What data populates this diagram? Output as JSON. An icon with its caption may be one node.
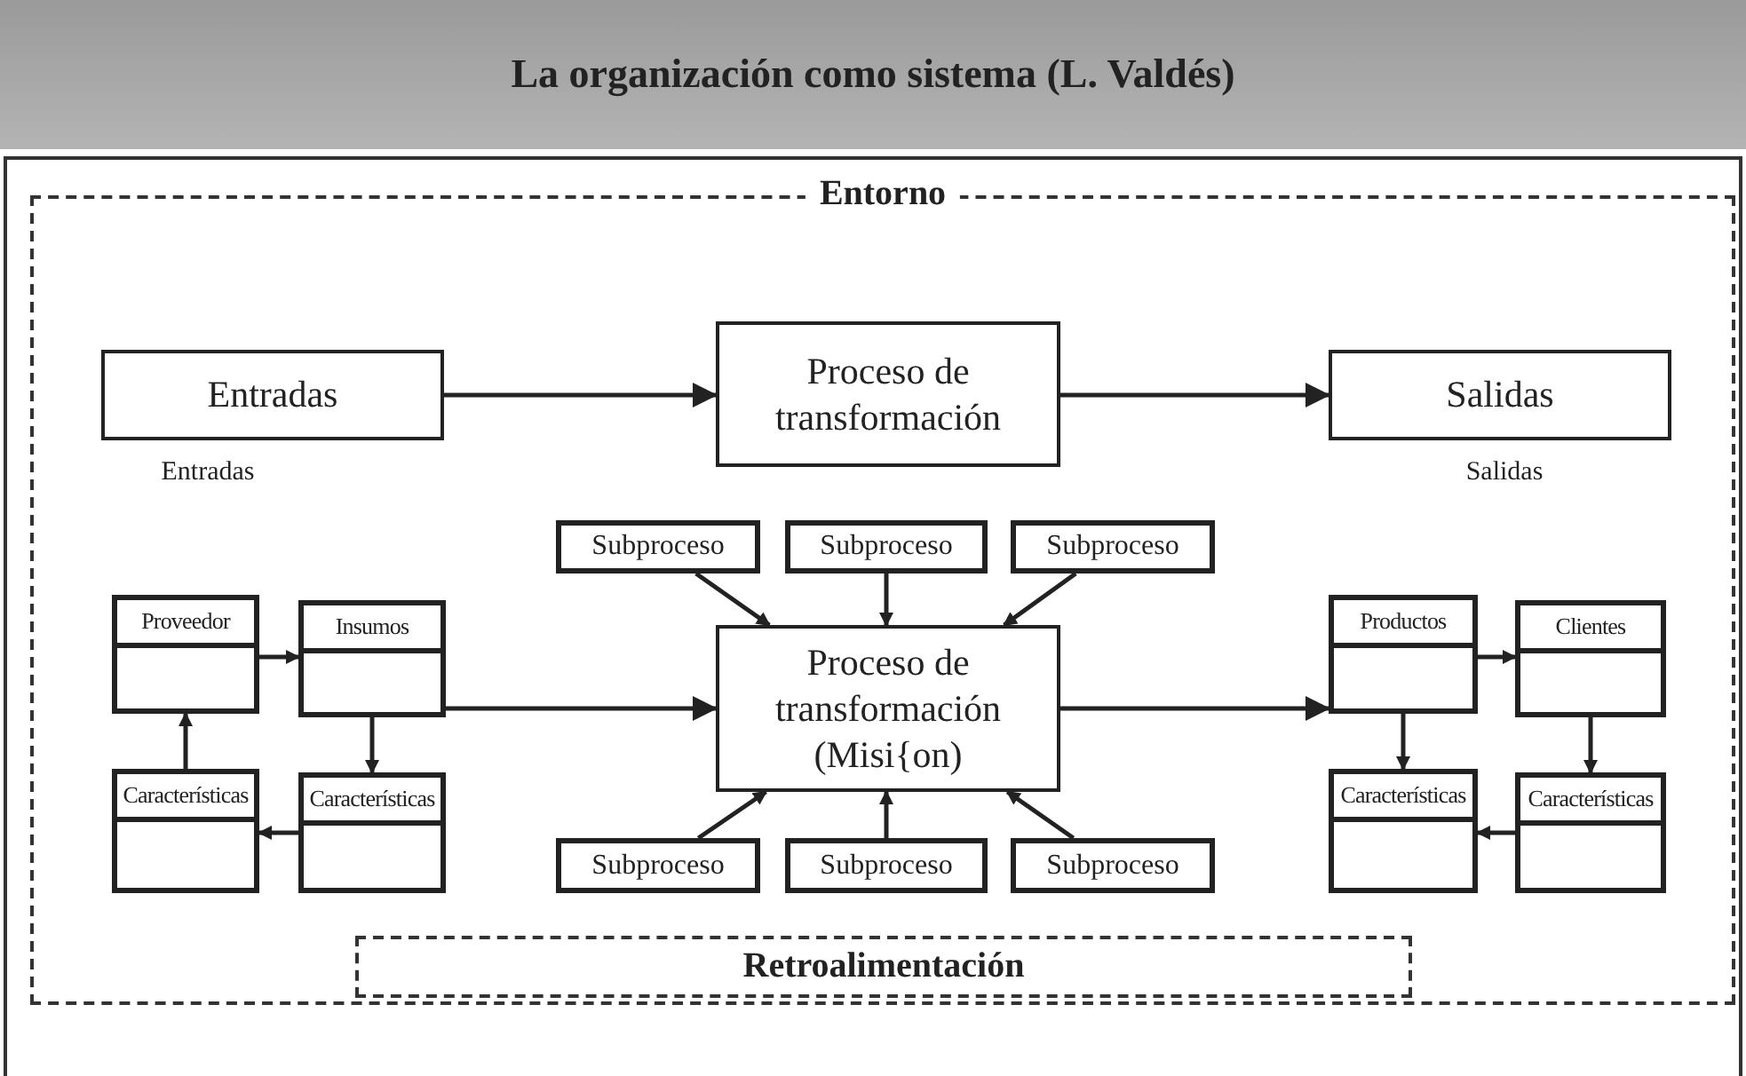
{
  "diagram": {
    "title": "La organización como sistema (L. Valdés)",
    "nodes": [
      {
        "text": [
          "Entorno"
        ]
      },
      {
        "text": [
          "Entradas"
        ],
        "in": 0
      },
      {
        "text": [
          "Proceso de transformación"
        ],
        "in": 0
      },
      {
        "text": [
          "Salidas"
        ],
        "in": 0
      },
      {
        "text": [
          "Subproceso"
        ],
        "in": 0
      },
      {
        "text": [
          "Subproceso"
        ],
        "in": 0
      },
      {
        "text": [
          "Subproceso"
        ],
        "in": 0
      },
      {
        "text": [
          "Proceso de transformación (Misi{on)"
        ],
        "in": 0
      },
      {
        "text": [
          "Subproceso"
        ],
        "in": 0
      },
      {
        "text": [
          "Subproceso"
        ],
        "in": 0
      },
      {
        "text": [
          "Subproceso"
        ],
        "in": 0
      },
      {
        "text": [
          "Proveedor"
        ],
        "in": 0
      },
      {
        "text": [
          "Insumos"
        ],
        "in": 0
      },
      {
        "text": [
          "Características"
        ],
        "in": 0
      },
      {
        "text": [
          "Características"
        ],
        "in": 0
      },
      {
        "text": [
          "Productos"
        ],
        "in": 0
      },
      {
        "text": [
          "Clientes"
        ],
        "in": 0
      },
      {
        "text": [
          "Características"
        ],
        "in": 0
      },
      {
        "text": [
          "Características"
        ],
        "in": 0
      },
      {
        "text": [
          "Retroalimentación"
        ],
        "in": 0
      }
    ],
    "edges": [
      {
        "from": 1,
        "to": 2,
        "arrow": "to"
      },
      {
        "from": 2,
        "to": 3,
        "arrow": "to"
      },
      {
        "from": 4,
        "to": 7,
        "arrow": "to"
      },
      {
        "from": 5,
        "to": 7,
        "arrow": "to"
      },
      {
        "from": 6,
        "to": 7,
        "arrow": "to"
      },
      {
        "from": 8,
        "to": 7,
        "arrow": "to"
      },
      {
        "from": 9,
        "to": 7,
        "arrow": "to"
      },
      {
        "from": 10,
        "to": 7,
        "arrow": "to"
      },
      {
        "from": 11,
        "to": 12,
        "arrow": "to"
      },
      {
        "from": 12,
        "to": 14,
        "arrow": "to"
      },
      {
        "from": 14,
        "to": 13,
        "arrow": "to"
      },
      {
        "from": 13,
        "to": 11,
        "arrow": "to"
      },
      {
        "from": 15,
        "to": 16,
        "arrow": "to"
      },
      {
        "from": 15,
        "to": 17,
        "arrow": "to"
      },
      {
        "from": 16,
        "to": 18,
        "arrow": "to"
      },
      {
        "from": 18,
        "to": 17,
        "arrow": "to"
      },
      {
        "from": 12,
        "to": 7,
        "arrow": "to"
      },
      {
        "from": 7,
        "to": 15,
        "arrow": "to"
      }
    ],
    "labels": [
      "Entradas",
      "Salidas"
    ]
  }
}
